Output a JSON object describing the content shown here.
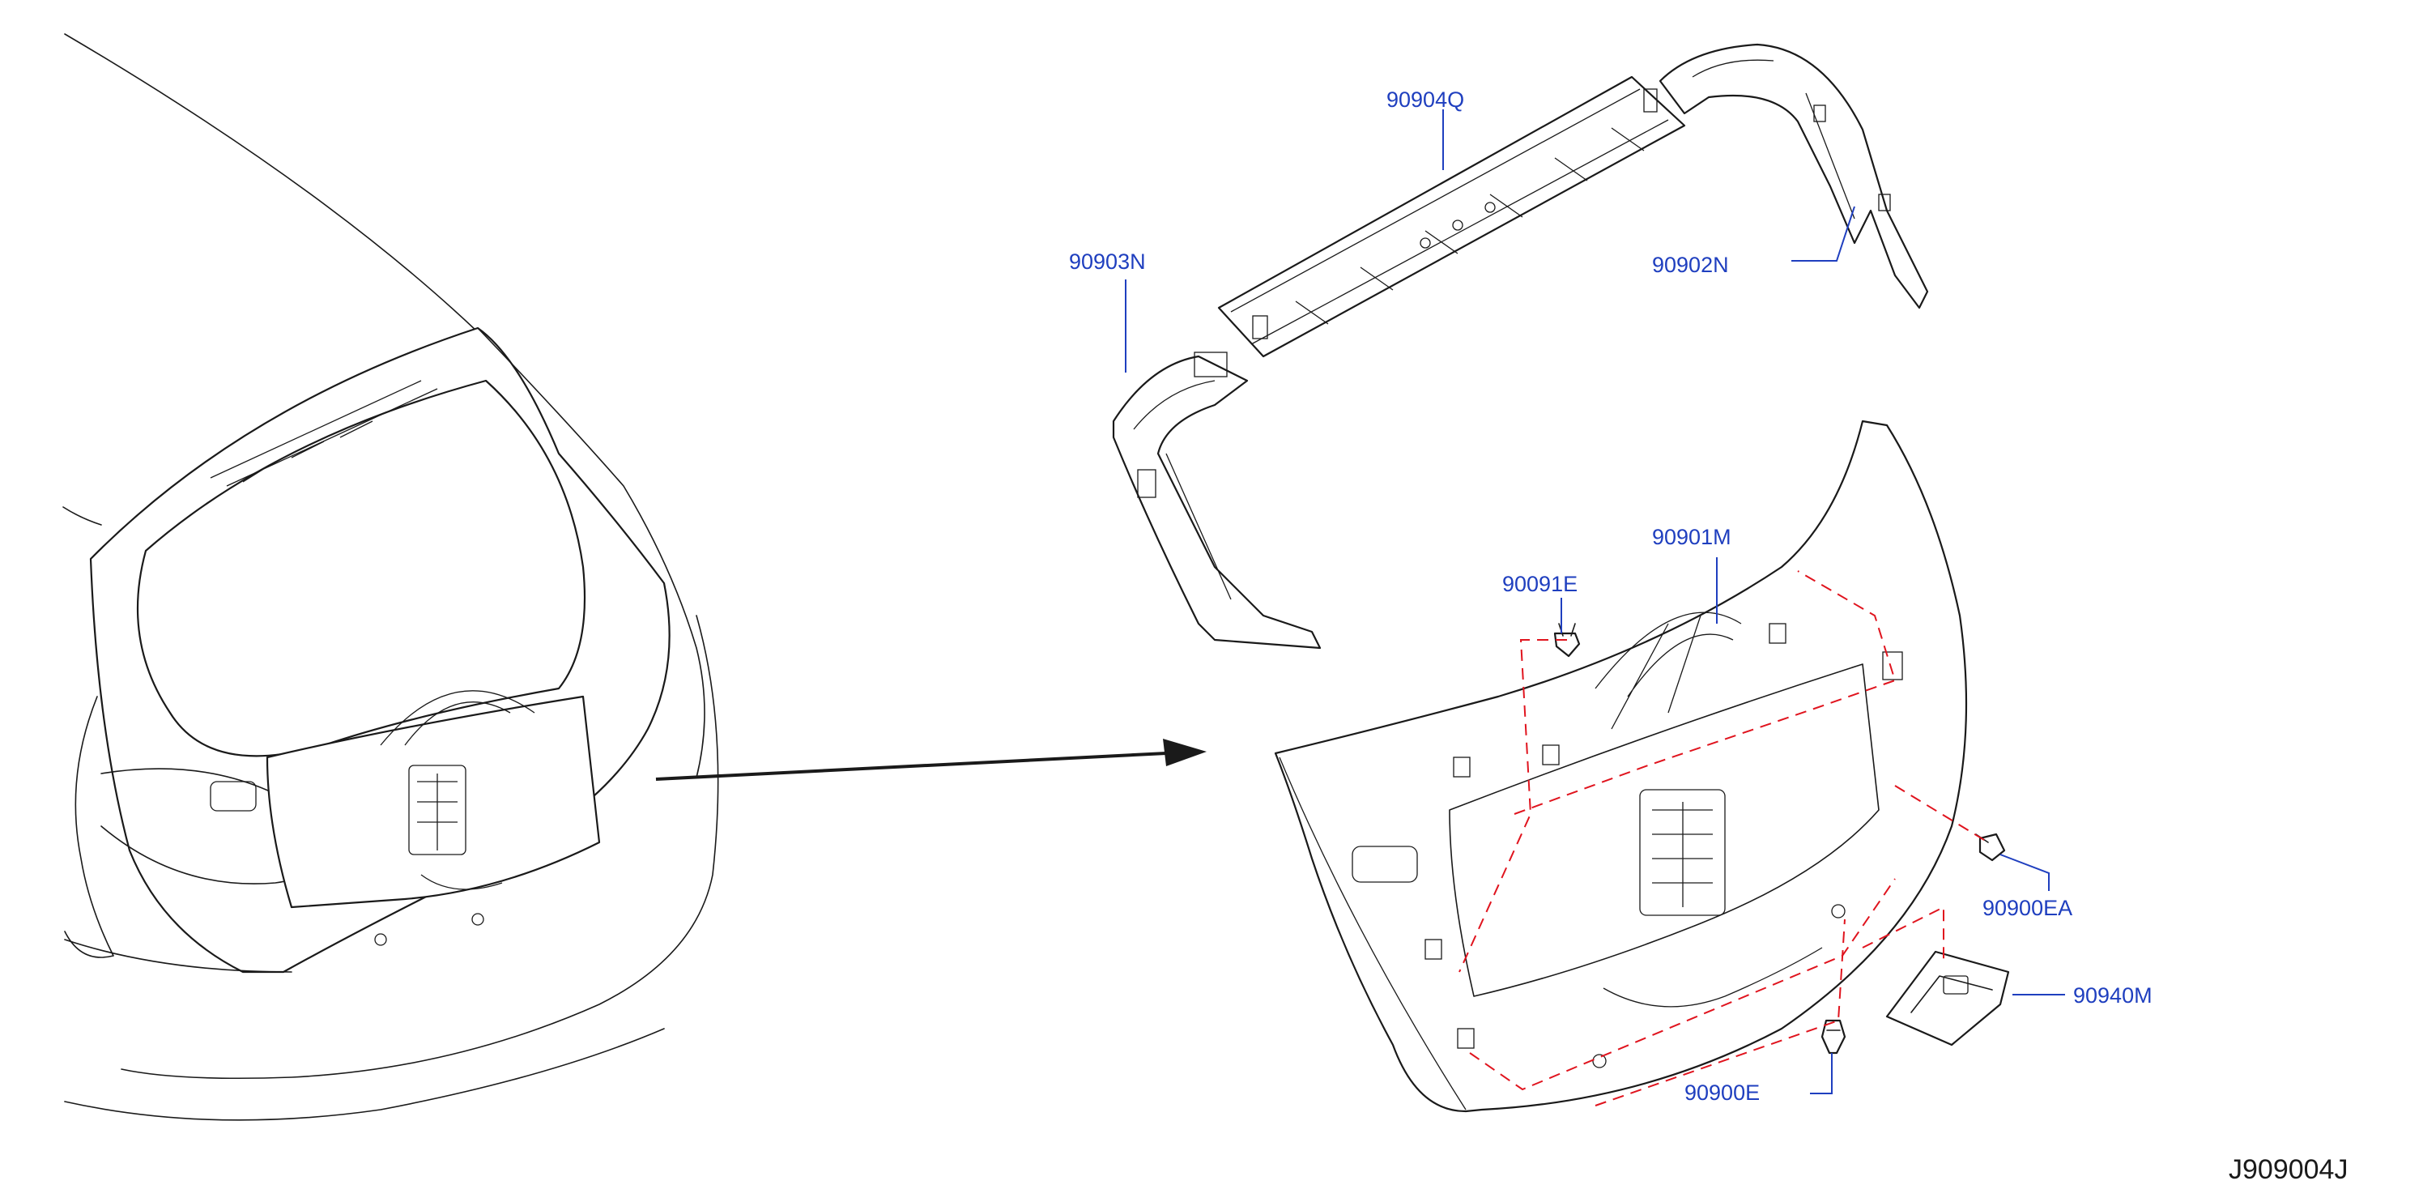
{
  "colors": {
    "label": "#1f3fbf",
    "line": "#1a1a1a",
    "assembly_dash": "#e0141e",
    "background": "#ffffff"
  },
  "labels": {
    "p90904Q": "90904Q",
    "p90903N": "90903N",
    "p90902N": "90902N",
    "p90901M": "90901M",
    "p90091E": "90091E",
    "p90900EA": "90900EA",
    "p90940M": "90940M",
    "p90900E": "90900E"
  },
  "catalog_code": "J909004J"
}
